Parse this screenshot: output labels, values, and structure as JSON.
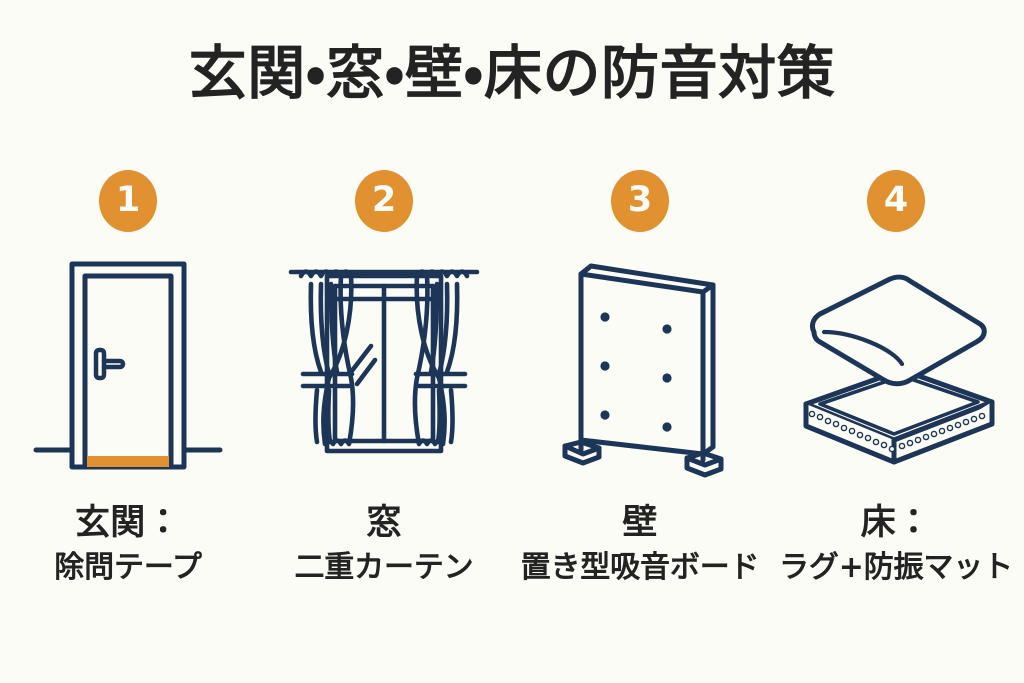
{
  "page": {
    "title": "玄関・窓・壁・床の防音対策",
    "background_color": "#FCFCF6",
    "ink_color": "#1D3557",
    "accent_color": "#E1912F",
    "text_color": "#232323"
  },
  "items": [
    {
      "number": "1",
      "icon": "door-with-draft-tape-icon",
      "heading": "玄関：",
      "subheading": "除問テープ"
    },
    {
      "number": "2",
      "icon": "window-with-double-curtains-icon",
      "heading": "窓",
      "subheading": "二重カーテン"
    },
    {
      "number": "3",
      "icon": "freestanding-acoustic-board-icon",
      "heading": "壁",
      "subheading": "置き型吸音ボード"
    },
    {
      "number": "4",
      "icon": "rug-over-anti-vibration-mat-icon",
      "heading": "床：",
      "subheading": "ラグ+防振マット"
    }
  ]
}
